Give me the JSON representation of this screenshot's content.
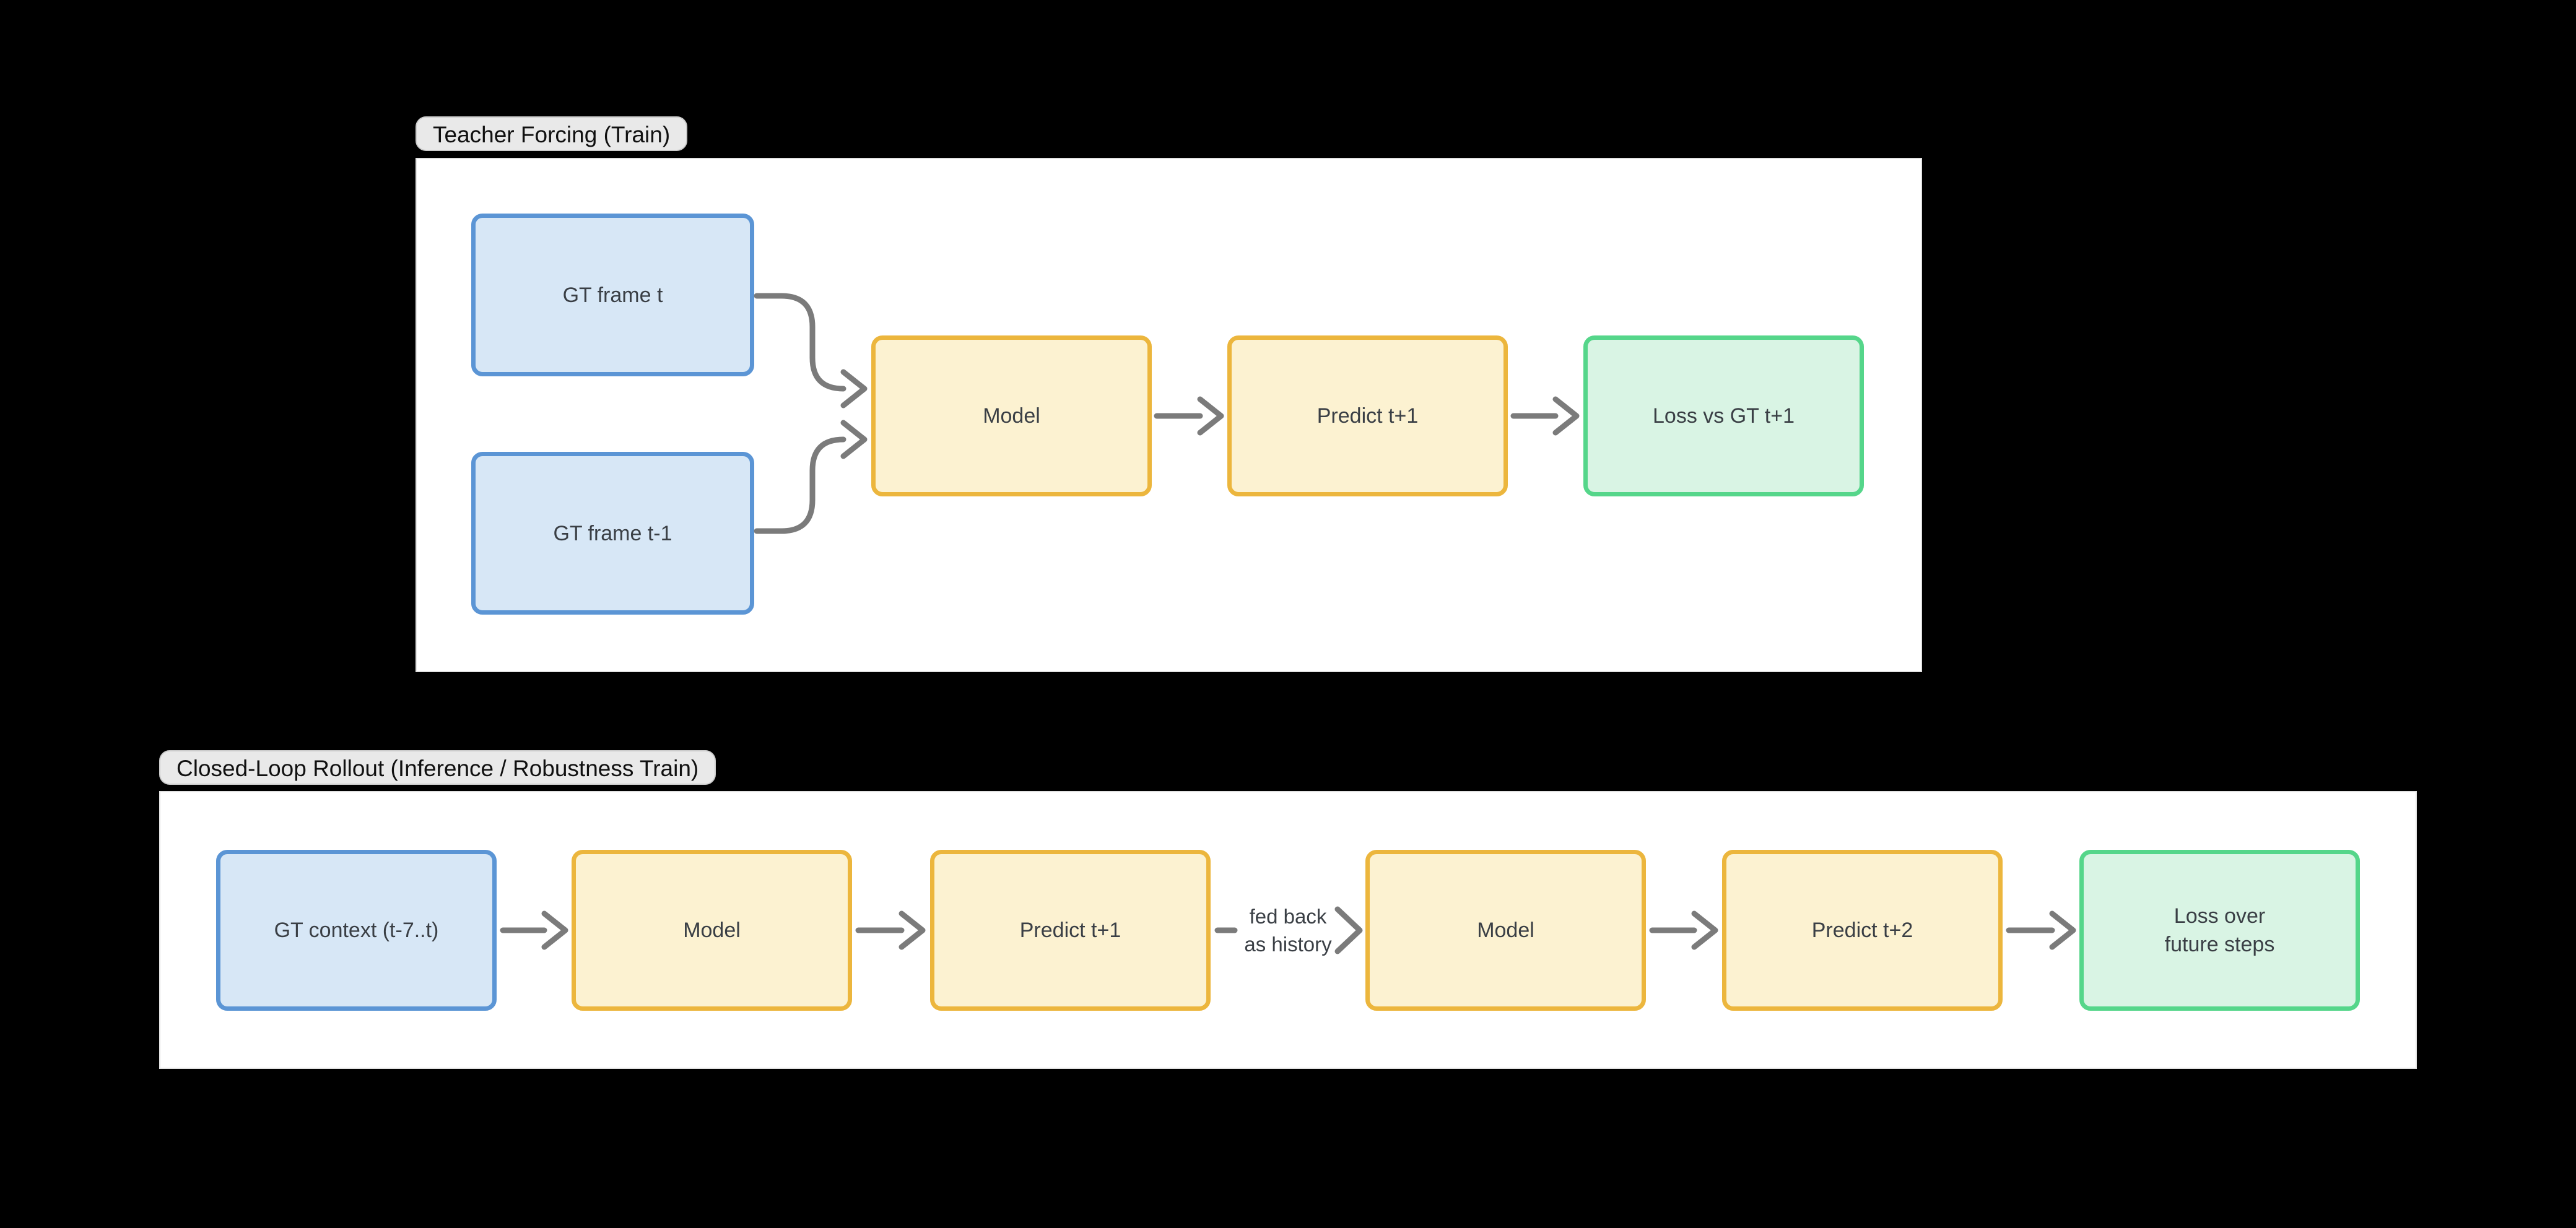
{
  "page": {
    "background": "#000000"
  },
  "colors": {
    "page_bg": "#000000",
    "panel_bg": "#ffffff",
    "panel_border": "#e2e2e2",
    "badge_bg": "#e9e9e9",
    "badge_border": "#cbcbcb",
    "badge_text": "#101010",
    "node_text": "#3a3f45",
    "blue_fill": "#d7e7f6",
    "blue_border": "#5b95d5",
    "yellow_fill": "#fcf2d1",
    "yellow_border": "#ecb63d",
    "green_fill": "#d9f4e4",
    "green_border": "#55d68a",
    "arrow": "#7b7b7b"
  },
  "sections": {
    "teacher_forcing": {
      "title": "Teacher Forcing (Train)",
      "nodes": {
        "gt_frame_t": "GT frame t",
        "gt_frame_t_minus_1": "GT frame t-1",
        "model": "Model",
        "predict_t1": "Predict t+1",
        "loss": "Loss vs GT t+1"
      }
    },
    "closed_loop": {
      "title": "Closed-Loop Rollout (Inference / Robustness Train)",
      "nodes": {
        "gt_context": "GT context (t-7..t)",
        "model_first": "Model",
        "predict_t1": "Predict t+1",
        "model_second": "Model",
        "predict_t2": "Predict t+2",
        "loss": "Loss over\nfuture steps"
      },
      "feedback_label": "fed back\nas history"
    }
  }
}
